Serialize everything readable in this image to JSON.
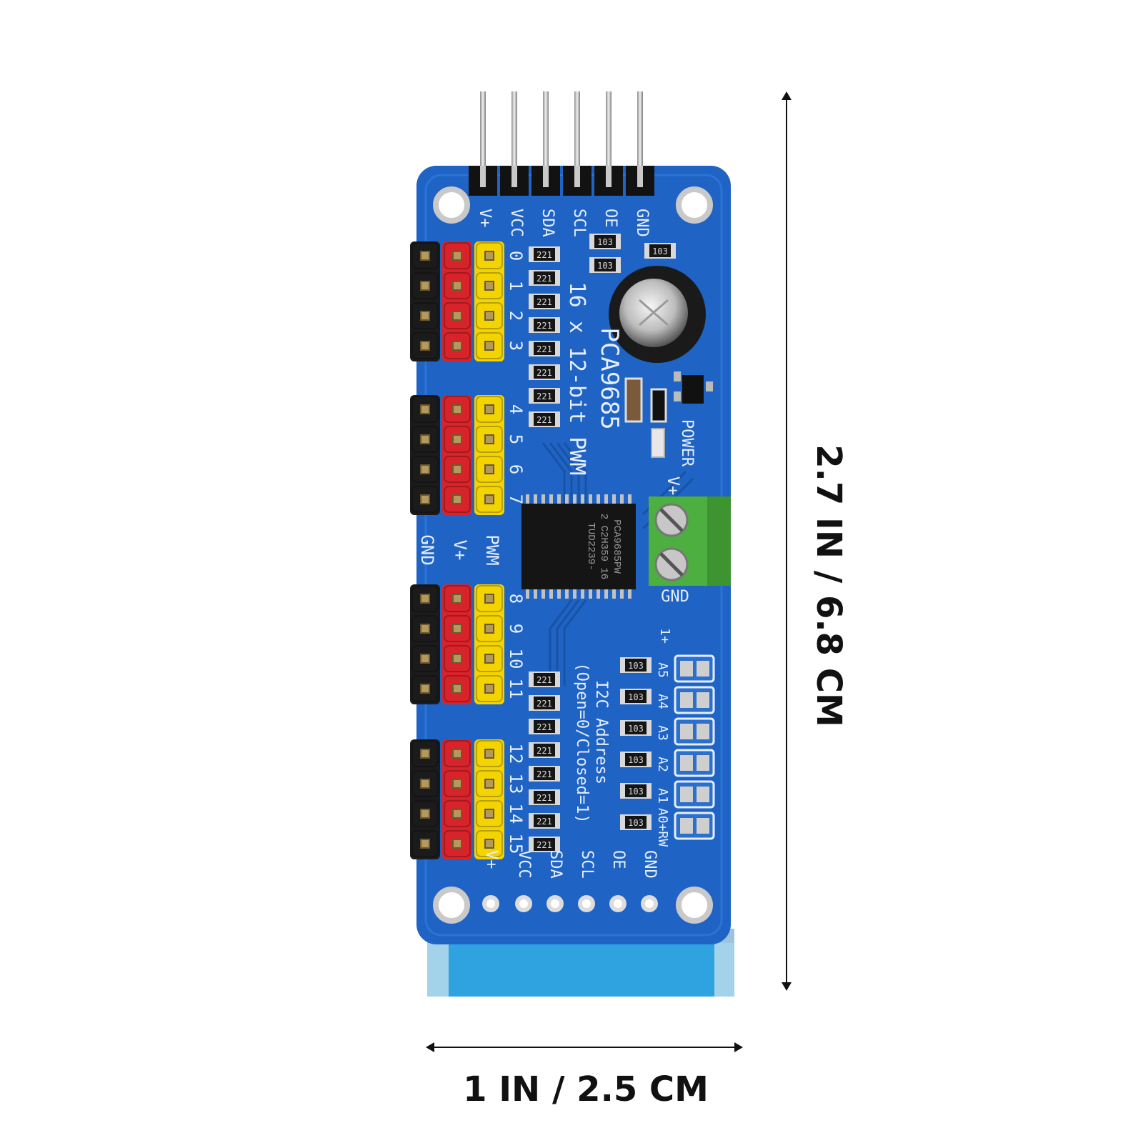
{
  "dimensions": {
    "height_label": "2.7 IN / 6.8 CM",
    "width_label": "1 IN / 2.5 CM"
  },
  "board": {
    "chip_name": "PCA9685",
    "subtitle": "16 x 12-bit PWM",
    "chip_marking_1": "PCA9685PW",
    "chip_marking_2": "2 C2H359 16",
    "chip_marking_3": "TUD2239-",
    "top_pins": [
      "V+",
      "VCC",
      "SDA",
      "SCL",
      "OE",
      "GND"
    ],
    "bottom_pins": [
      "V+",
      "VCC",
      "SDA",
      "SCL",
      "OE",
      "GND"
    ],
    "channel_numbers": [
      "0",
      "1",
      "2",
      "3",
      "4",
      "5",
      "6",
      "7",
      "8",
      "9",
      "10",
      "11",
      "12",
      "13",
      "14",
      "15"
    ],
    "column_labels": [
      "GND",
      "V+",
      "PWM"
    ],
    "power_label": "POWER",
    "terminal_vplus": "V+",
    "terminal_gnd": "GND",
    "i2c_title": "I2C Address",
    "i2c_note": "(Open=0/Closed=1)",
    "address_labels": [
      "A5",
      "A4",
      "A3",
      "A2",
      "A1",
      "A0+RW"
    ],
    "address_top_label": "1+",
    "resistor_221": "221",
    "resistor_103": "103"
  },
  "colors": {
    "pcb_blue": "#1f63c4",
    "pcb_dark": "#1852a8",
    "header_red": "#d8232a",
    "header_yellow": "#f4d400",
    "header_black": "#1b1b1b",
    "terminal_green": "#4caf3f",
    "fpc_blue": "#2fa3e0"
  }
}
